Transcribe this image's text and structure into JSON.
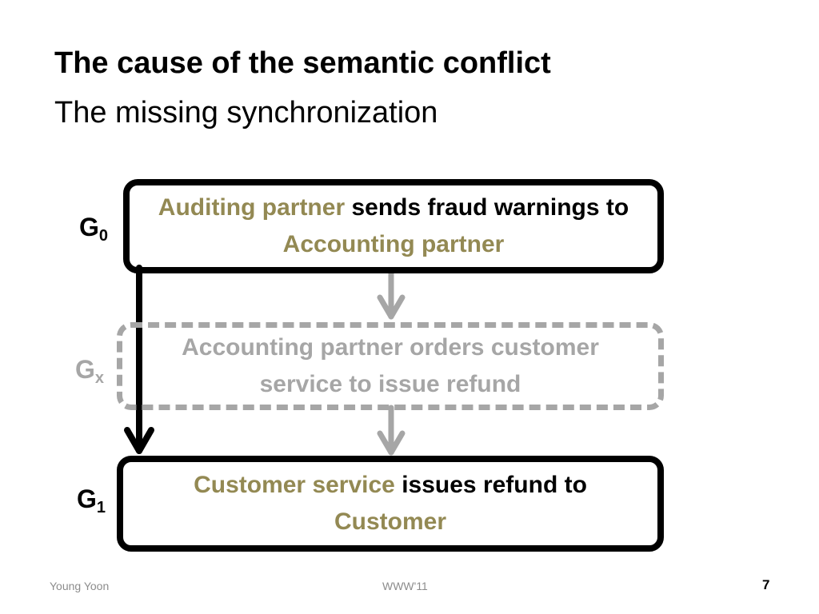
{
  "slide": {
    "title": "The cause of the semantic conflict",
    "subtitle": "The missing synchronization"
  },
  "diagram": {
    "g0": {
      "label_main": "G",
      "label_sub": "0",
      "text_highlight_1": "Auditing partner",
      "text_plain_1": " sends fraud warnings to ",
      "text_highlight_2": "Accounting partner"
    },
    "gx": {
      "label_main": "G",
      "label_sub": "x",
      "text": "Accounting partner orders customer service to issue refund"
    },
    "g1": {
      "label_main": "G",
      "label_sub": "1",
      "text_highlight_1": "Customer service",
      "text_plain_1": " issues refund to ",
      "text_highlight_2": "Customer"
    },
    "colors": {
      "highlight": "#938953",
      "faded": "#a6a6a6",
      "solid": "#000000"
    }
  },
  "footer": {
    "author": "Young Yoon",
    "venue": "WWW'11",
    "page": "7"
  }
}
